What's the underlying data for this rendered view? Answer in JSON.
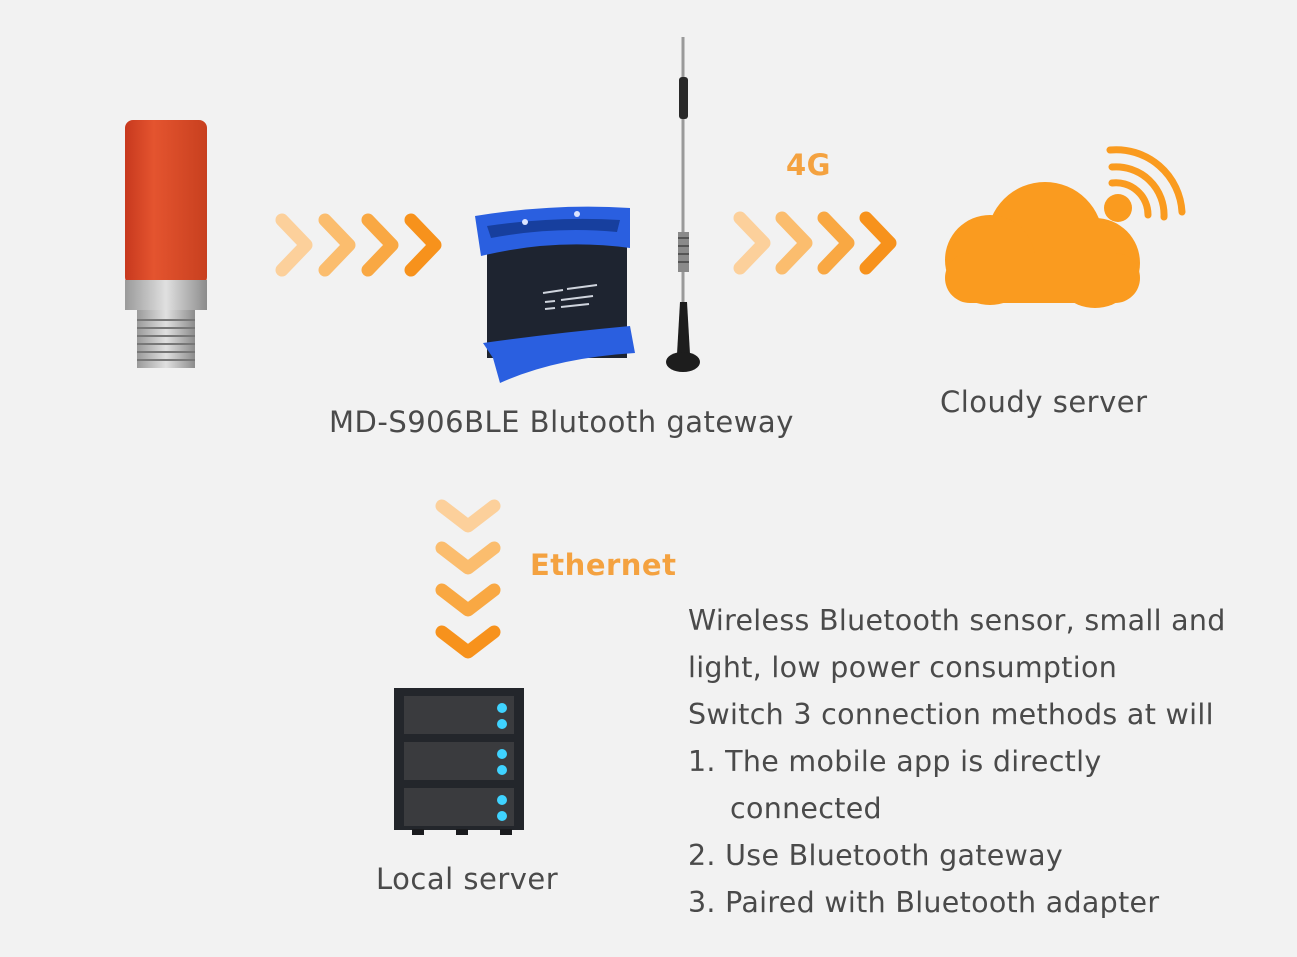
{
  "devices": {
    "sensor": {
      "name": "bluetooth-sensor",
      "color": "#d9482a"
    },
    "gateway": {
      "label": "MD-S906BLE Blutooth gateway",
      "color": "#2557d6"
    },
    "cloud": {
      "label": "Cloudy server",
      "color": "#fa9b1f"
    },
    "local_server": {
      "label": "Local server",
      "led_color": "#3fd3ff"
    }
  },
  "links": {
    "sensor_to_gateway": {
      "label": "",
      "direction": "right",
      "chevrons": 4
    },
    "gateway_to_cloud": {
      "label": "4G",
      "direction": "right",
      "chevrons": 4
    },
    "gateway_to_local": {
      "label": "Ethernet",
      "direction": "down",
      "chevrons": 4
    }
  },
  "colors": {
    "accent": "#fa9b1f",
    "text": "#4a4a4a",
    "background": "#f2f2f2"
  },
  "description": {
    "lines": [
      "Wireless Bluetooth sensor, small and",
      "light, low power consumption",
      "Switch 3 connection methods at will",
      "1. The mobile app is directly",
      "connected",
      "2. Use Bluetooth gateway",
      "3. Paired with Bluetooth adapter"
    ]
  }
}
